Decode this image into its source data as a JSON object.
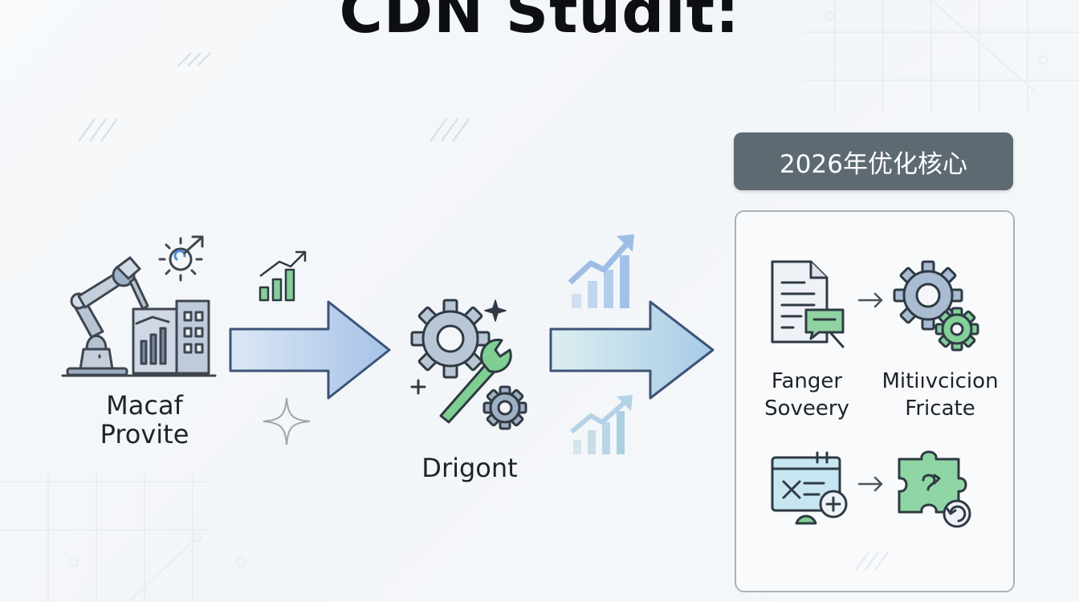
{
  "title": "CDN Studit:",
  "stages": [
    {
      "label_line1": "Macaf",
      "label_line2": "Provite"
    },
    {
      "label": "Drigont"
    }
  ],
  "panel": {
    "header": "2026年优化核心",
    "items": [
      {
        "label_line1": "Fanger",
        "label_line2": "Soveery"
      },
      {
        "label_line1": "Mitiıvcicion",
        "label_line2": "Fricate"
      }
    ]
  },
  "colors": {
    "title": "#0d0f12",
    "panel_header_bg": "#5e6a72",
    "arrow_blue": "#a7c3e8",
    "arrow_outline": "#3c5477",
    "accent_green": "#6cc48a",
    "icon_gray": "#8a99ad"
  }
}
